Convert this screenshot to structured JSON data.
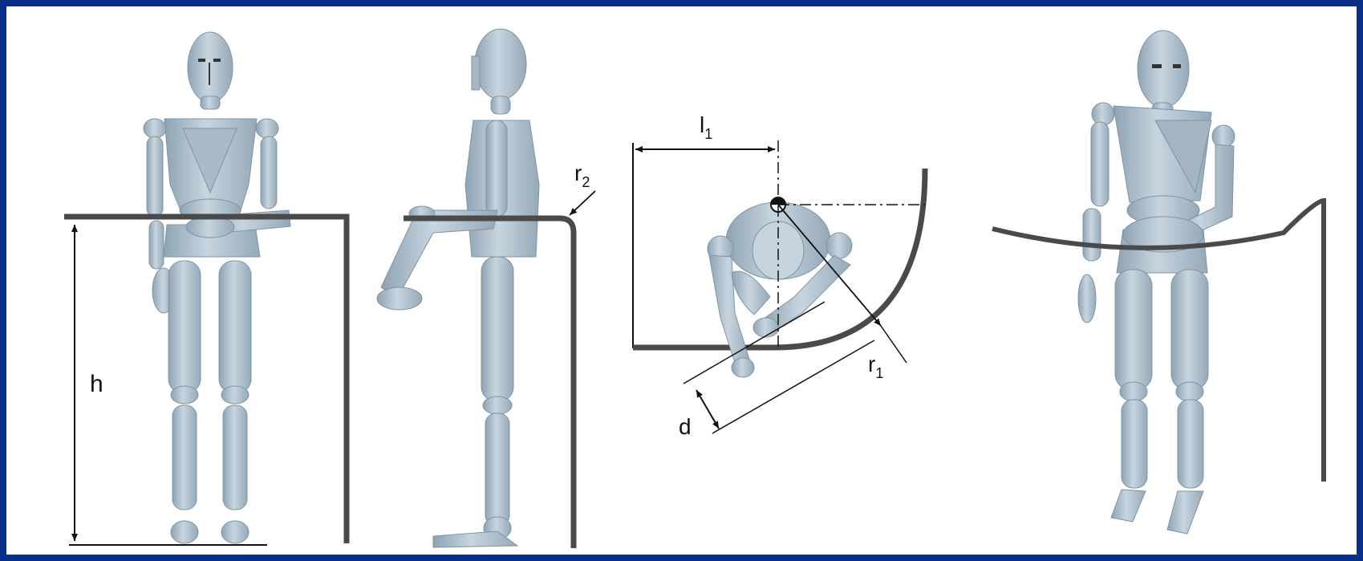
{
  "colors": {
    "border": "#0a2f8a",
    "background": "#ffffff",
    "rail": "#4a4a4a",
    "figure": "#b7c7d3",
    "figure_shade": "#9fb2c1",
    "line": "#111111"
  },
  "labels": {
    "height": "h",
    "distance": "d",
    "length_main": "l",
    "length_sub": "1",
    "radius1_main": "r",
    "radius1_sub": "1",
    "radius2_main": "r",
    "radius2_sub": "2"
  }
}
